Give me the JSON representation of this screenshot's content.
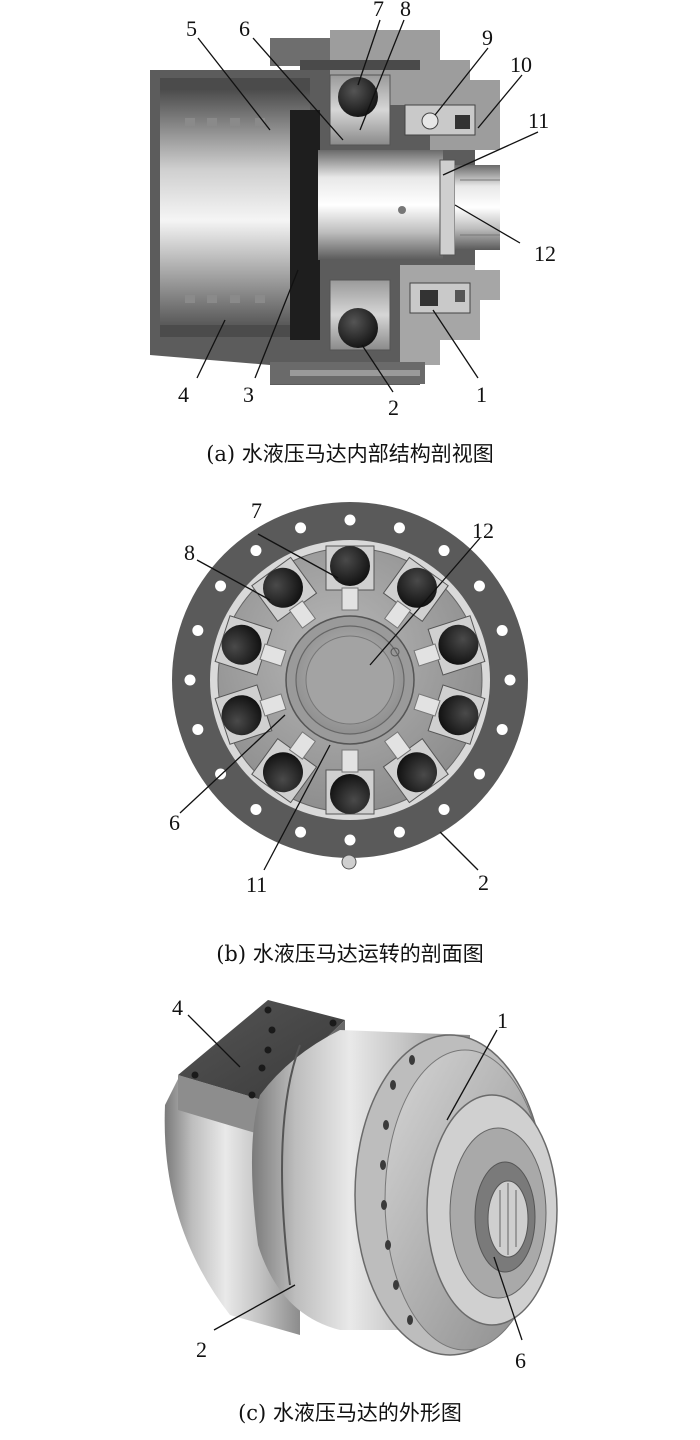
{
  "figures": [
    {
      "id": "a",
      "caption": "(a) 水液压马达内部结构剖视图",
      "labels": [
        "1",
        "2",
        "3",
        "4",
        "5",
        "6",
        "7",
        "8",
        "9",
        "10",
        "11",
        "12"
      ]
    },
    {
      "id": "b",
      "caption": "(b) 水液压马达运转的剖面图",
      "labels": [
        "2",
        "6",
        "7",
        "8",
        "11",
        "12"
      ]
    },
    {
      "id": "c",
      "caption": "(c) 水液压马达的外形图",
      "labels": [
        "1",
        "2",
        "4",
        "6"
      ]
    }
  ]
}
